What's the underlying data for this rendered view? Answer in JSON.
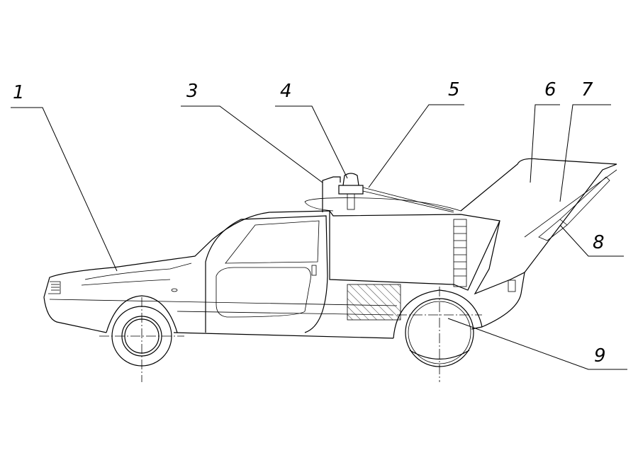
{
  "figure": {
    "callouts": [
      {
        "id": "1",
        "text": "1"
      },
      {
        "id": "3",
        "text": "3"
      },
      {
        "id": "4",
        "text": "4"
      },
      {
        "id": "5",
        "text": "5"
      },
      {
        "id": "6",
        "text": "6"
      },
      {
        "id": "7",
        "text": "7"
      },
      {
        "id": "8",
        "text": "8"
      },
      {
        "id": "9",
        "text": "9"
      }
    ]
  }
}
